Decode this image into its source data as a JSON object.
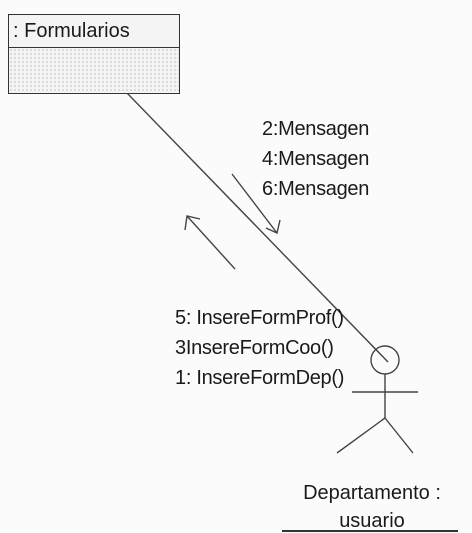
{
  "object": {
    "name": ": Formularios"
  },
  "messages_to_object": [
    "2:Mensagen",
    "4:Mensagen",
    "6:Mensagen"
  ],
  "messages_to_actor": [
    "5: InsereFormProf()",
    "3InsereFormCoo()",
    "1: InsereFormDep()"
  ],
  "actor": {
    "name_line1": "Departamento :",
    "name_line2": "usuario"
  }
}
